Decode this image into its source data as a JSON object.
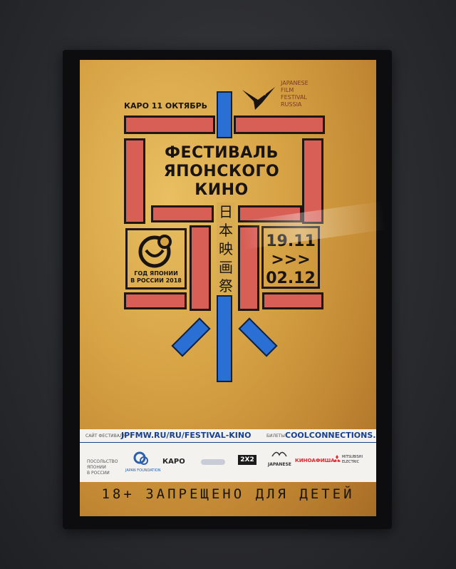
{
  "poster": {
    "venue": "КАРО 11 ОКТЯБРЬ",
    "title_line1": "ФЕСТИВАЛЬ",
    "title_line2": "ЯПОНСКОГО",
    "title_line3": "КИНО",
    "kanji": [
      "日",
      "本",
      "映",
      "画",
      "祭"
    ],
    "date_start": "19.11",
    "date_arrow": ">>>",
    "date_end": "02.12",
    "year_of_japan_line1": "ГОД ЯПОНИИ",
    "year_of_japan_line2": "В РОССИИ 2018",
    "jff_line1": "JAPANESE",
    "jff_line2": "FILM",
    "jff_line3": "FESTIVAL",
    "jff_line4": "RUSSIA",
    "site_label": "САЙТ ФЕСТИВАЛЯ",
    "site_url": "JPFMW.RU/RU/FESTIVAL-KINO",
    "tickets_label": "БИЛЕТЫ",
    "tickets_url": "COOLCONNECTIONS.RU",
    "partner_embassy_line1": "ПОСОЛЬСТВО",
    "partner_embassy_line2": "ЯПОНИИ",
    "partner_embassy_line3": "В РОССИИ",
    "partner_jf": "JAPAN FOUNDATION",
    "partner_karo": "КАРО",
    "partner_2x2": "2X2",
    "partner_japanese": "JAPANESE",
    "partner_kinoafisha": "КИНОАФИША",
    "partner_mitsubishi_line1": "MITSUBISHI",
    "partner_mitsubishi_line2": "ELECTRIC",
    "age_notice": "18+ ЗАПРЕЩЕНО ДЛЯ ДЕТЕЙ"
  },
  "colors": {
    "gold": "#d6a244",
    "red_bar": "#d85f56",
    "blue_bar": "#2a6fd3",
    "dark": "#1a1410"
  }
}
